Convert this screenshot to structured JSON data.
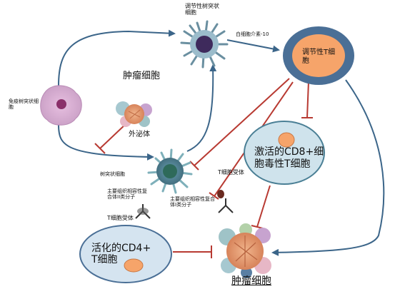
{
  "labels": {
    "regulatory_dc": "调节性树突状\n细胞",
    "il10": "白细胞介素-10",
    "regulatory_t": "调节性T细\n胞",
    "immature_dc": "免疫树突状细\n胞",
    "tumor_cell_top": "肿瘤细胞",
    "exosome": "外泌体",
    "activated_cd8": "激活的CD8+细\n胞毒性T细胞",
    "dendritic_cell": "树突状细胞",
    "tcr_right": "T细胞受体",
    "mhc2": "主要组织相容性复\n合体II类分子",
    "mhc1": "主要组织相容性复合\n体I类分子",
    "tcr_left": "T细胞受体",
    "activated_cd4": "活化的CD4+\nT细胞",
    "tumor_cell_bottom": "肿瘤细胞"
  },
  "colors": {
    "arrow_blue": "#3b6589",
    "inhibit_red": "#b83a32",
    "treg_outer": "#4a6f96",
    "treg_inner": "#f6a46a",
    "cd8_outer": "#cfe3ec",
    "cd4_outer": "#d5e4f0",
    "nucleus_orange": "#f6a46a",
    "tumor_core": "#e0946a",
    "dc_purple": "#3e2a5c",
    "dc_green": "#4a7a6a",
    "immature_dc": "#d9a6cf"
  },
  "icons": {
    "regulatory_dc": "dendritic-cell-purple",
    "dendritic_cell": "dendritic-cell-green",
    "immature_dc": "amoeboid-cell-pink",
    "tumor_cell": "tumor-cell-cluster",
    "tcr_receptor": "y-receptor"
  }
}
